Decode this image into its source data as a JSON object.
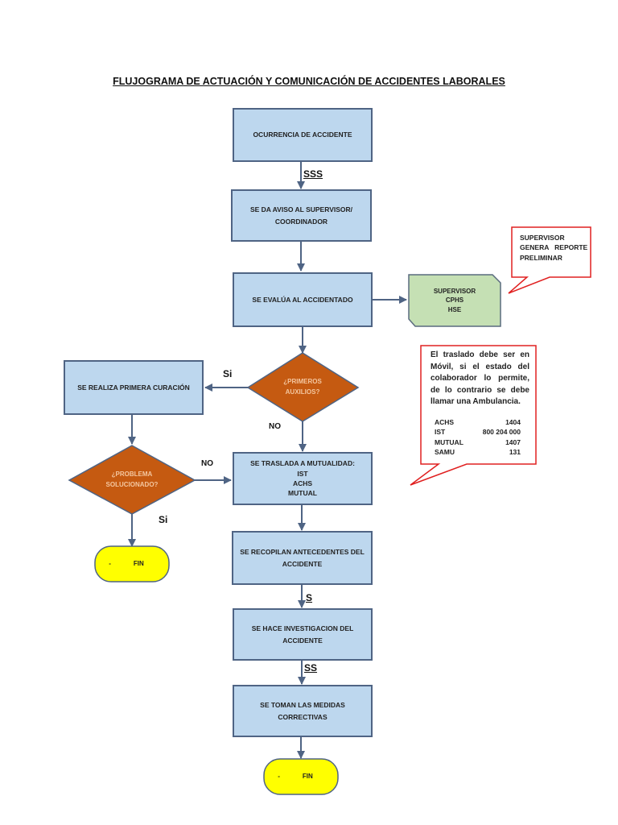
{
  "title": "FLUJOGRAMA DE ACTUACIÓN Y COMUNICACIÓN DE ACCIDENTES LABORALES",
  "colors": {
    "process_fill": "#bdd7ee",
    "process_border": "#4f6484",
    "decision_fill": "#c55a11",
    "decision_text": "#f4c7a0",
    "terminal_fill": "#ffff00",
    "note_fill": "#c5e0b4",
    "callout_border": "#e02020",
    "arrow": "#4f6484"
  },
  "nodes": {
    "ocurrencia": {
      "lines": [
        "OCURRENCIA DE ACCIDENTE"
      ]
    },
    "aviso": {
      "lines": [
        "SE DA AVISO AL SUPERVISOR/",
        "COORDINADOR"
      ]
    },
    "evalua": {
      "lines": [
        "SE EVALÚA AL ACCIDENTADO"
      ]
    },
    "supervisor_note": {
      "lines": [
        "SUPERVISOR",
        "CPHS",
        "HSE"
      ]
    },
    "primeros_auxilios": {
      "lines": [
        "¿PRIMEROS",
        "AUXILIOS?"
      ]
    },
    "primera_curacion": {
      "lines": [
        "SE REALIZA PRIMERA CURACIÓN"
      ]
    },
    "problema_solucionado": {
      "lines": [
        "¿PROBLEMA",
        "SOLUCIONADO?"
      ]
    },
    "fin_left": {
      "dash": "-",
      "label": "FIN"
    },
    "mutualidad": {
      "lines": [
        "SE TRASLADA A MUTUALIDAD:",
        "IST",
        "ACHS",
        "MUTUAL"
      ]
    },
    "antecedentes": {
      "lines": [
        "SE RECOPILAN ANTECEDENTES DEL",
        "ACCIDENTE"
      ]
    },
    "investigacion": {
      "lines": [
        "SE HACE INVESTIGACION DEL",
        "ACCIDENTE"
      ]
    },
    "medidas": {
      "lines": [
        "SE TOMAN LAS MEDIDAS",
        "CORRECTIVAS"
      ]
    },
    "fin_bottom": {
      "dash": "-",
      "label": "FIN"
    }
  },
  "edge_labels": {
    "sss": "SSS",
    "si_primeros": "Si",
    "no_primeros": "NO",
    "no_problema": "NO",
    "si_problema": "Si",
    "s": "S",
    "ss": "SS"
  },
  "callouts": {
    "reporte": {
      "lines": [
        "SUPERVISOR",
        "GENERA   REPORTE",
        "PRELIMINAR"
      ]
    },
    "traslado": {
      "text": "El traslado debe ser en Móvil, si el estado del colaborador lo permite, de lo contrario se debe llamar una Ambulancia.",
      "phones": [
        {
          "name": "ACHS",
          "number": "1404"
        },
        {
          "name": "IST",
          "number": "800 204 000"
        },
        {
          "name": "MUTUAL",
          "number": "1407"
        },
        {
          "name": "SAMU",
          "number": "131"
        }
      ]
    }
  }
}
